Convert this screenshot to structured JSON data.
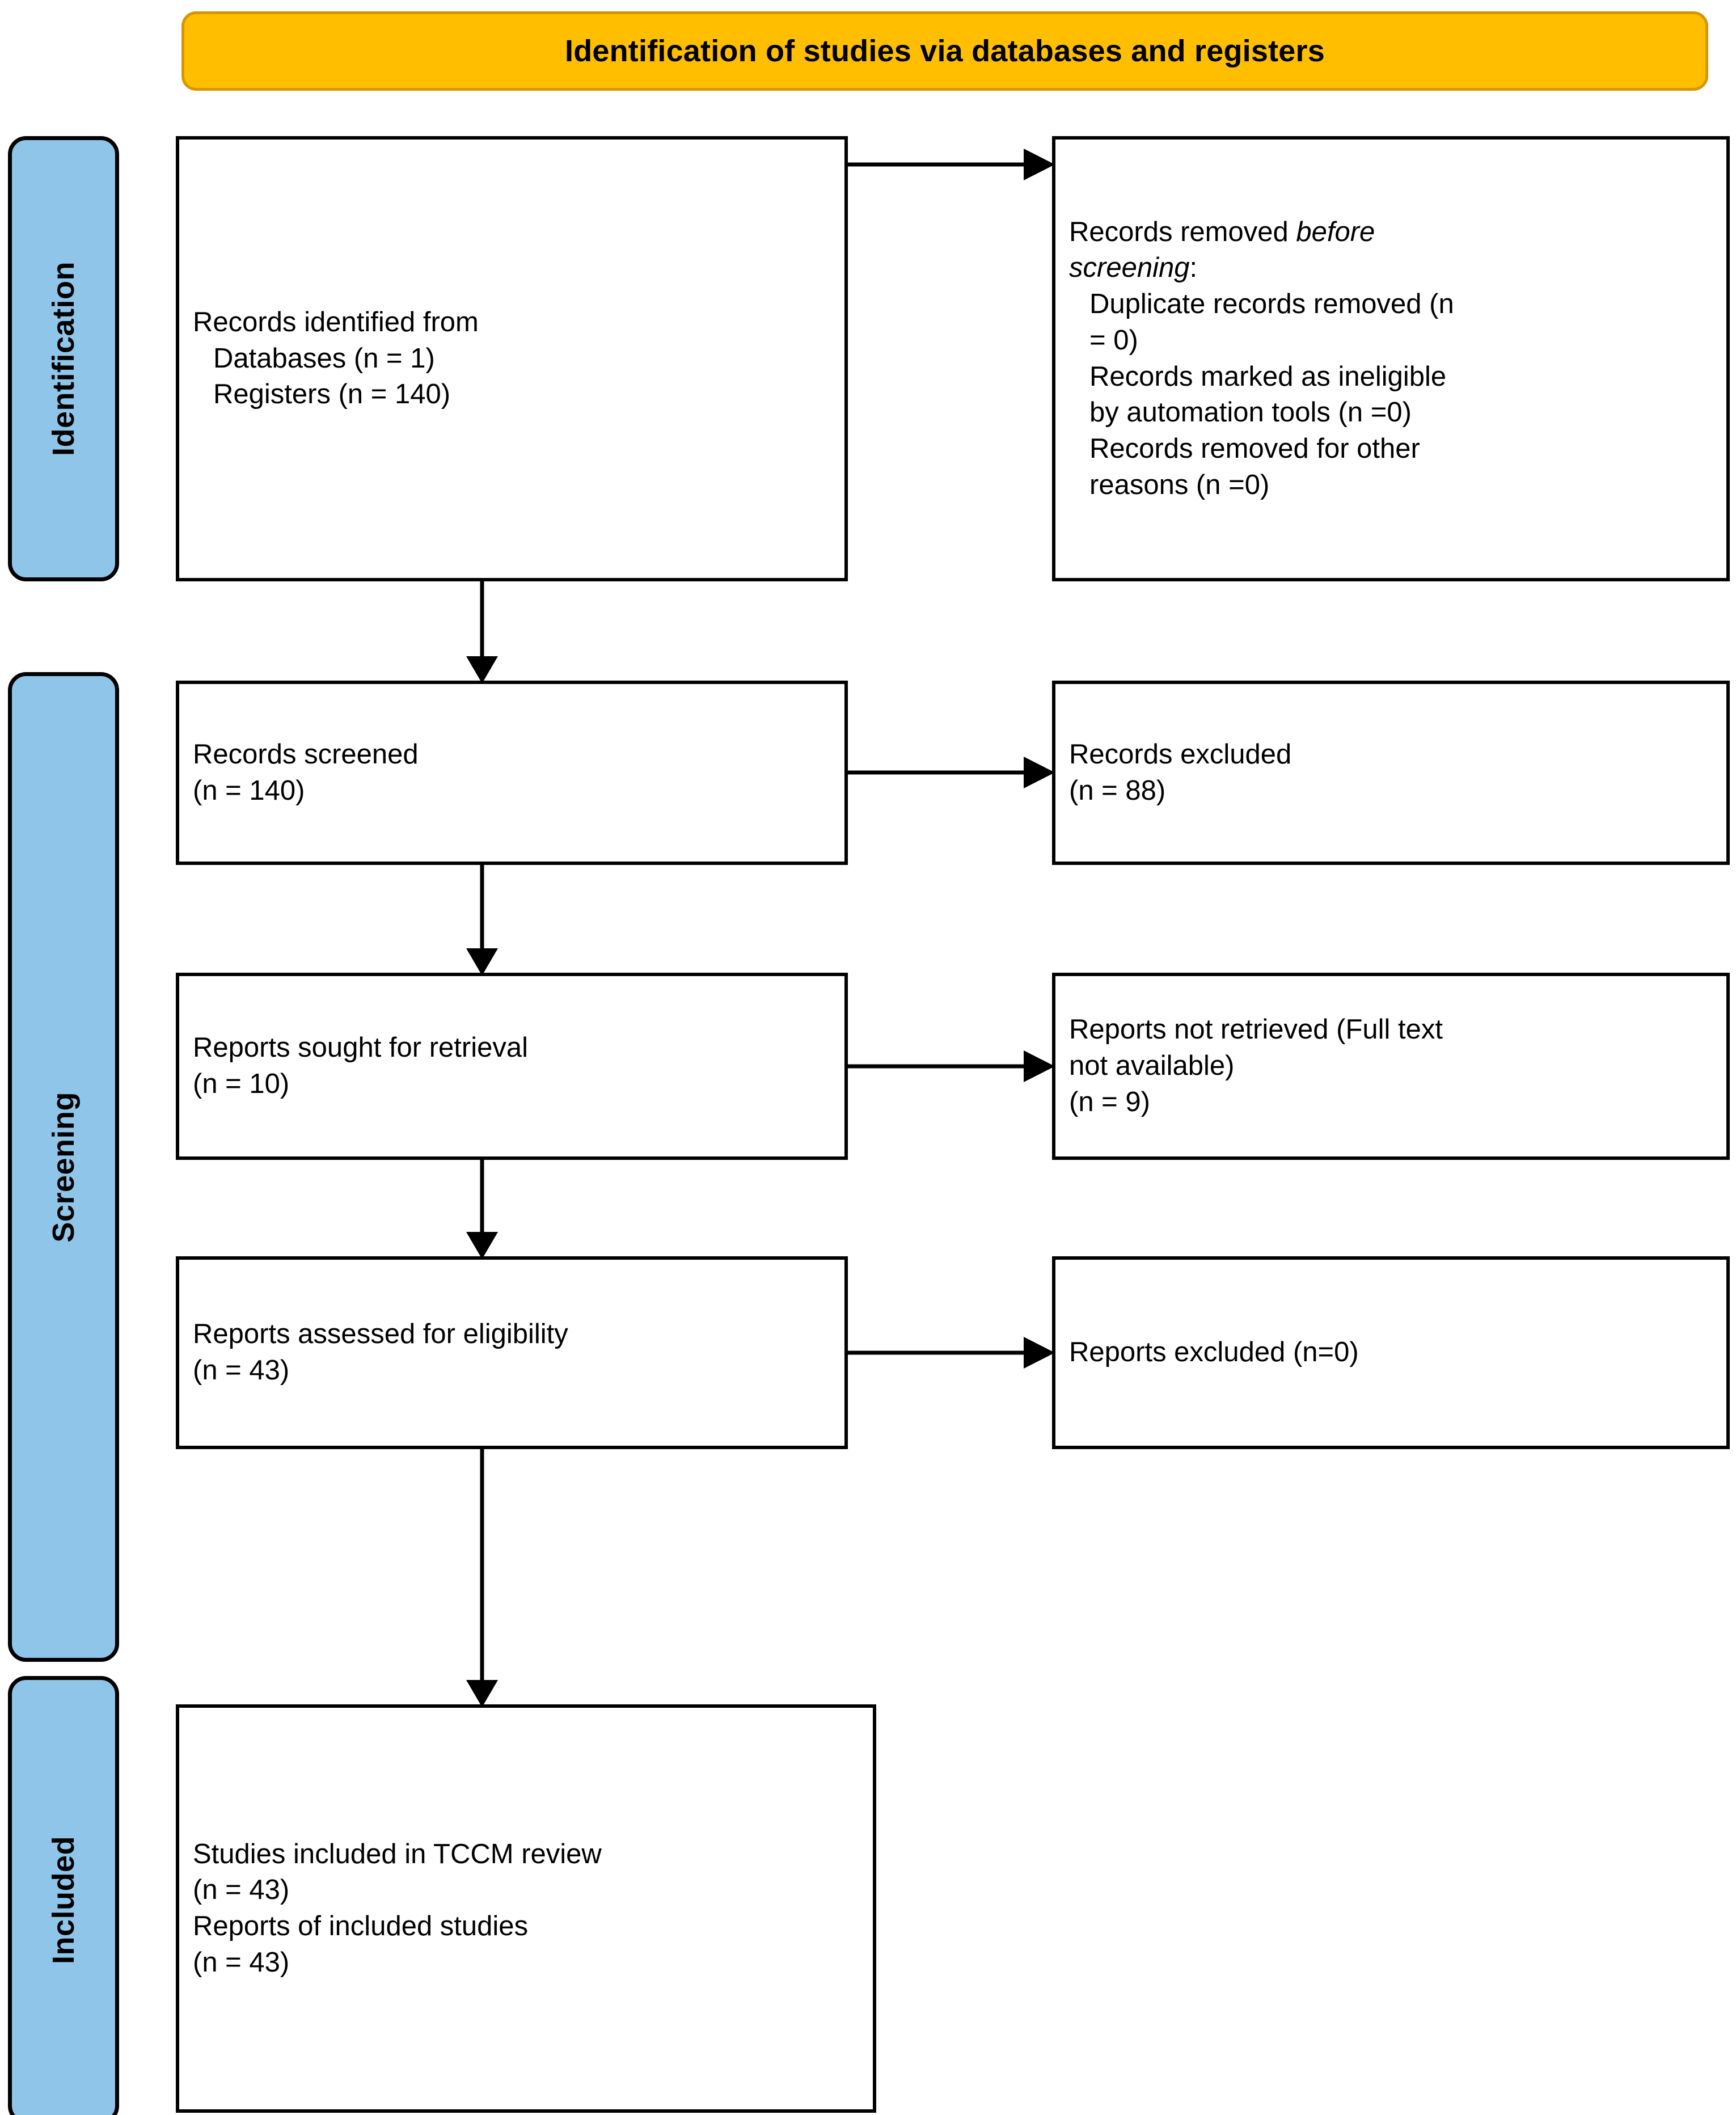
{
  "header": {
    "title": "Identification of studies via databases and registers",
    "background_color": "#FFBF00",
    "border_color": "#D69600"
  },
  "stages": {
    "color": "#8FC5E8",
    "identification": "Identification",
    "screening": "Screening",
    "included": "Included"
  },
  "boxes": {
    "identified": {
      "line1": "Records identified from",
      "line2": "Databases (n = 1)",
      "line3": "Registers (n = 140)"
    },
    "removed": {
      "line1_pre": "Records removed ",
      "line1_em": "before",
      "line2_em": "screening",
      "line2_post": ":",
      "line3": "Duplicate records removed (n",
      "line4": "= 0)",
      "line5": "Records marked as ineligible",
      "line6": "by automation tools (n =0)",
      "line7": "Records removed for other",
      "line8": "reasons (n =0)"
    },
    "screened": {
      "line1": "Records screened",
      "line2": "(n = 140)"
    },
    "excluded_records": {
      "line1": "Records excluded",
      "line2": "(n = 88)"
    },
    "sought": {
      "line1": "Reports sought for retrieval",
      "line2": "(n = 10)"
    },
    "not_retrieved": {
      "line1": "Reports not retrieved (Full text",
      "line2": "not available)",
      "line3": "(n = 9)"
    },
    "assessed": {
      "line1": "Reports assessed for eligibility",
      "line2": "(n = 43)"
    },
    "excluded_reports": {
      "line1": "Reports excluded (n=0)"
    },
    "included": {
      "line1": "Studies included in TCCM review",
      "line2": "(n = 43)",
      "line3": "Reports of included studies",
      "line4": "(n = 43)"
    }
  }
}
